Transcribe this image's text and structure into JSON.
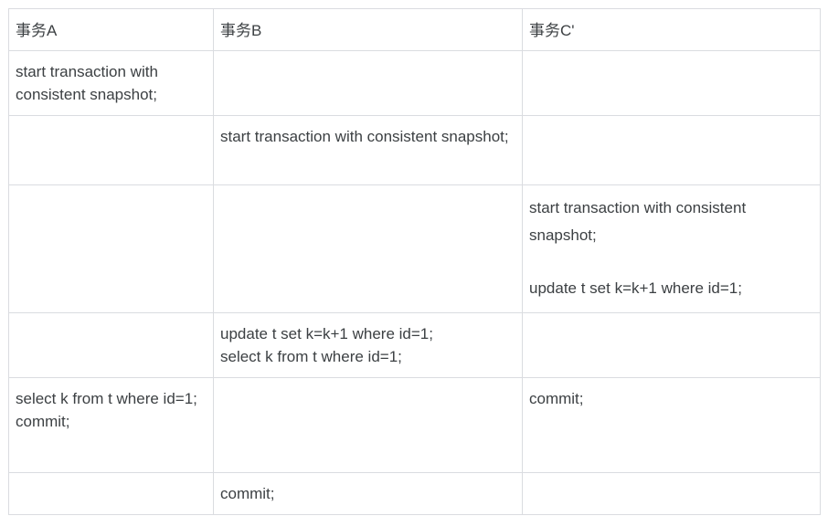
{
  "table": {
    "headers": [
      {
        "label": "事务A"
      },
      {
        "label": "事务B"
      },
      {
        "label": "事务C'"
      }
    ],
    "rows": [
      {
        "a": {
          "lines": [
            "start transaction with consistent snapshot;"
          ],
          "spaced": false
        },
        "b": {
          "lines": [],
          "spaced": false
        },
        "c": {
          "lines": [],
          "spaced": false
        }
      },
      {
        "a": {
          "lines": [],
          "spaced": false
        },
        "b": {
          "lines": [
            "start transaction with consistent snapshot;"
          ],
          "spaced": false
        },
        "c": {
          "lines": [],
          "spaced": false
        }
      },
      {
        "a": {
          "lines": [],
          "spaced": false
        },
        "b": {
          "lines": [],
          "spaced": false
        },
        "c": {
          "lines": [
            "start transaction with consistent snapshot;",
            "",
            "update t set k=k+1 where id=1;"
          ],
          "spaced": true
        }
      },
      {
        "a": {
          "lines": [],
          "spaced": false
        },
        "b": {
          "lines": [
            "update t set k=k+1 where id=1;",
            "select k from t where id=1;"
          ],
          "spaced": false
        },
        "c": {
          "lines": [],
          "spaced": false
        }
      },
      {
        "a": {
          "lines": [
            "select k from t where id=1;",
            "commit;"
          ],
          "spaced": false
        },
        "b": {
          "lines": [],
          "spaced": false
        },
        "c": {
          "lines": [
            "commit;"
          ],
          "spaced": false
        }
      },
      {
        "a": {
          "lines": [],
          "spaced": false
        },
        "b": {
          "lines": [
            "commit;"
          ],
          "spaced": false
        },
        "c": {
          "lines": [],
          "spaced": false
        }
      }
    ]
  },
  "style": {
    "border_color": "#dadce0",
    "text_color": "#3c4043",
    "background": "#ffffff"
  }
}
